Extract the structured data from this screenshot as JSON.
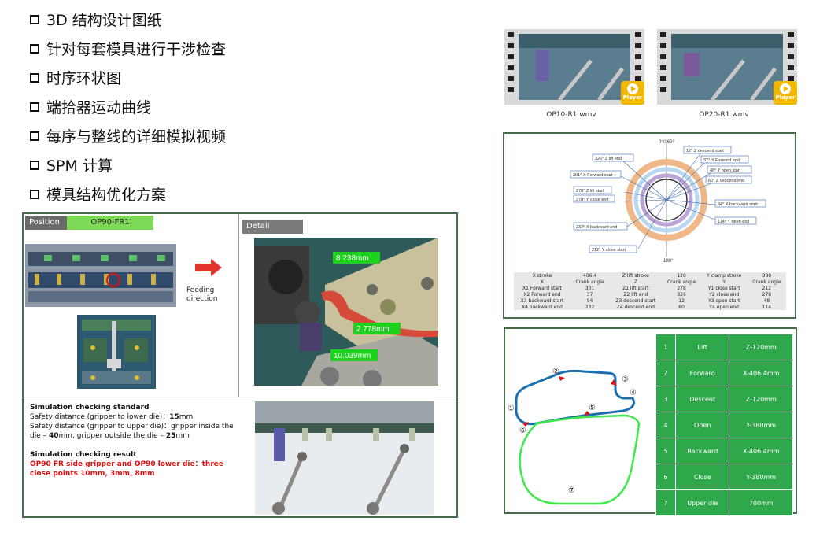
{
  "bullets": [
    "3D 结构设计图纸",
    "针对每套模具进行干涉检查",
    "时序环状图",
    "端拾器运动曲线",
    "每序与整线的详细模拟视频",
    "SPM 计算",
    "模具结构优化方案"
  ],
  "panel": {
    "position_label": "Position",
    "position_value": "OP90-FR1",
    "detail_label": "Detail",
    "feeding_label": "Feeding direction",
    "measurements": [
      "8.238mm",
      "2.778mm",
      "10.039mm"
    ],
    "std_title": "Simulation checking standard",
    "std_line1_prefix": "Safety distance (gripper to lower die)：",
    "std_line1_value": "15",
    "std_line1_suffix": "mm",
    "std_line2_prefix": "Safety distance (gripper to upper die)：gripper inside the die – ",
    "std_line2_value1": "40",
    "std_line2_mid": "mm, gripper outside the die – ",
    "std_line2_value2": "25",
    "std_line2_suffix": "mm",
    "result_title": "Simulation checking result",
    "result_text_red": "OP90 FR side gripper and OP90 lower die：",
    "result_text_red_bold": "three close points 10mm, 3mm, 8mm"
  },
  "videos": [
    {
      "file": "OP10-R1.wmv",
      "player_label": "Player"
    },
    {
      "file": "OP20-R1.wmv",
      "player_label": "Player"
    }
  ],
  "timing": {
    "top_label": "0°/360°",
    "bottom_label": "180°",
    "callouts": [
      "12° Z descend start",
      "326° Z lift end",
      "37° X Forward end",
      "301° X Forward start",
      "48° Y open start",
      "60° Z descend end",
      "278° Z lift start",
      "278° Y close end",
      "94° X backward start",
      "114° Y open end",
      "232° X backward end",
      "212° Y close start"
    ],
    "table": [
      [
        "X stroke",
        "406.4",
        "Z lift stroke",
        "120",
        "Y clamp stroke",
        "380"
      ],
      [
        "X",
        "Crank angle",
        "Z",
        "Crank angle",
        "Y",
        "Crank angle"
      ],
      [
        "X1 Forward start",
        "301",
        "Z1 lift start",
        "278",
        "Y1 close start",
        "212"
      ],
      [
        "X2 Forward end",
        "37",
        "Z2 lift end",
        "326",
        "Y2 close end",
        "278"
      ],
      [
        "X3 backward start",
        "94",
        "Z3 descend start",
        "12",
        "Y3 open start",
        "48"
      ],
      [
        "X4 backward end",
        "232",
        "Z4 descend end",
        "60",
        "Y4 open end",
        "114"
      ]
    ]
  },
  "trajectory": {
    "points": [
      "①",
      "②",
      "③",
      "④",
      "⑤",
      "⑥",
      "⑦"
    ],
    "steps": [
      [
        "1",
        "Lift",
        "Z-120mm"
      ],
      [
        "2",
        "Forward",
        "X-406.4mm"
      ],
      [
        "3",
        "Descent",
        "Z-120mm"
      ],
      [
        "4",
        "Open",
        "Y-380mm"
      ],
      [
        "5",
        "Backward",
        "X-406.4mm"
      ],
      [
        "6",
        "Close",
        "Y-380mm"
      ],
      [
        "7",
        "Upper die",
        "700mm"
      ]
    ]
  },
  "colors": {
    "green": "#2ea84a",
    "lime": "#7ed957",
    "red": "#e01010",
    "border": "#4a6b4a",
    "traj_blue": "#1a6fb0",
    "traj_green": "#3ee84a"
  }
}
